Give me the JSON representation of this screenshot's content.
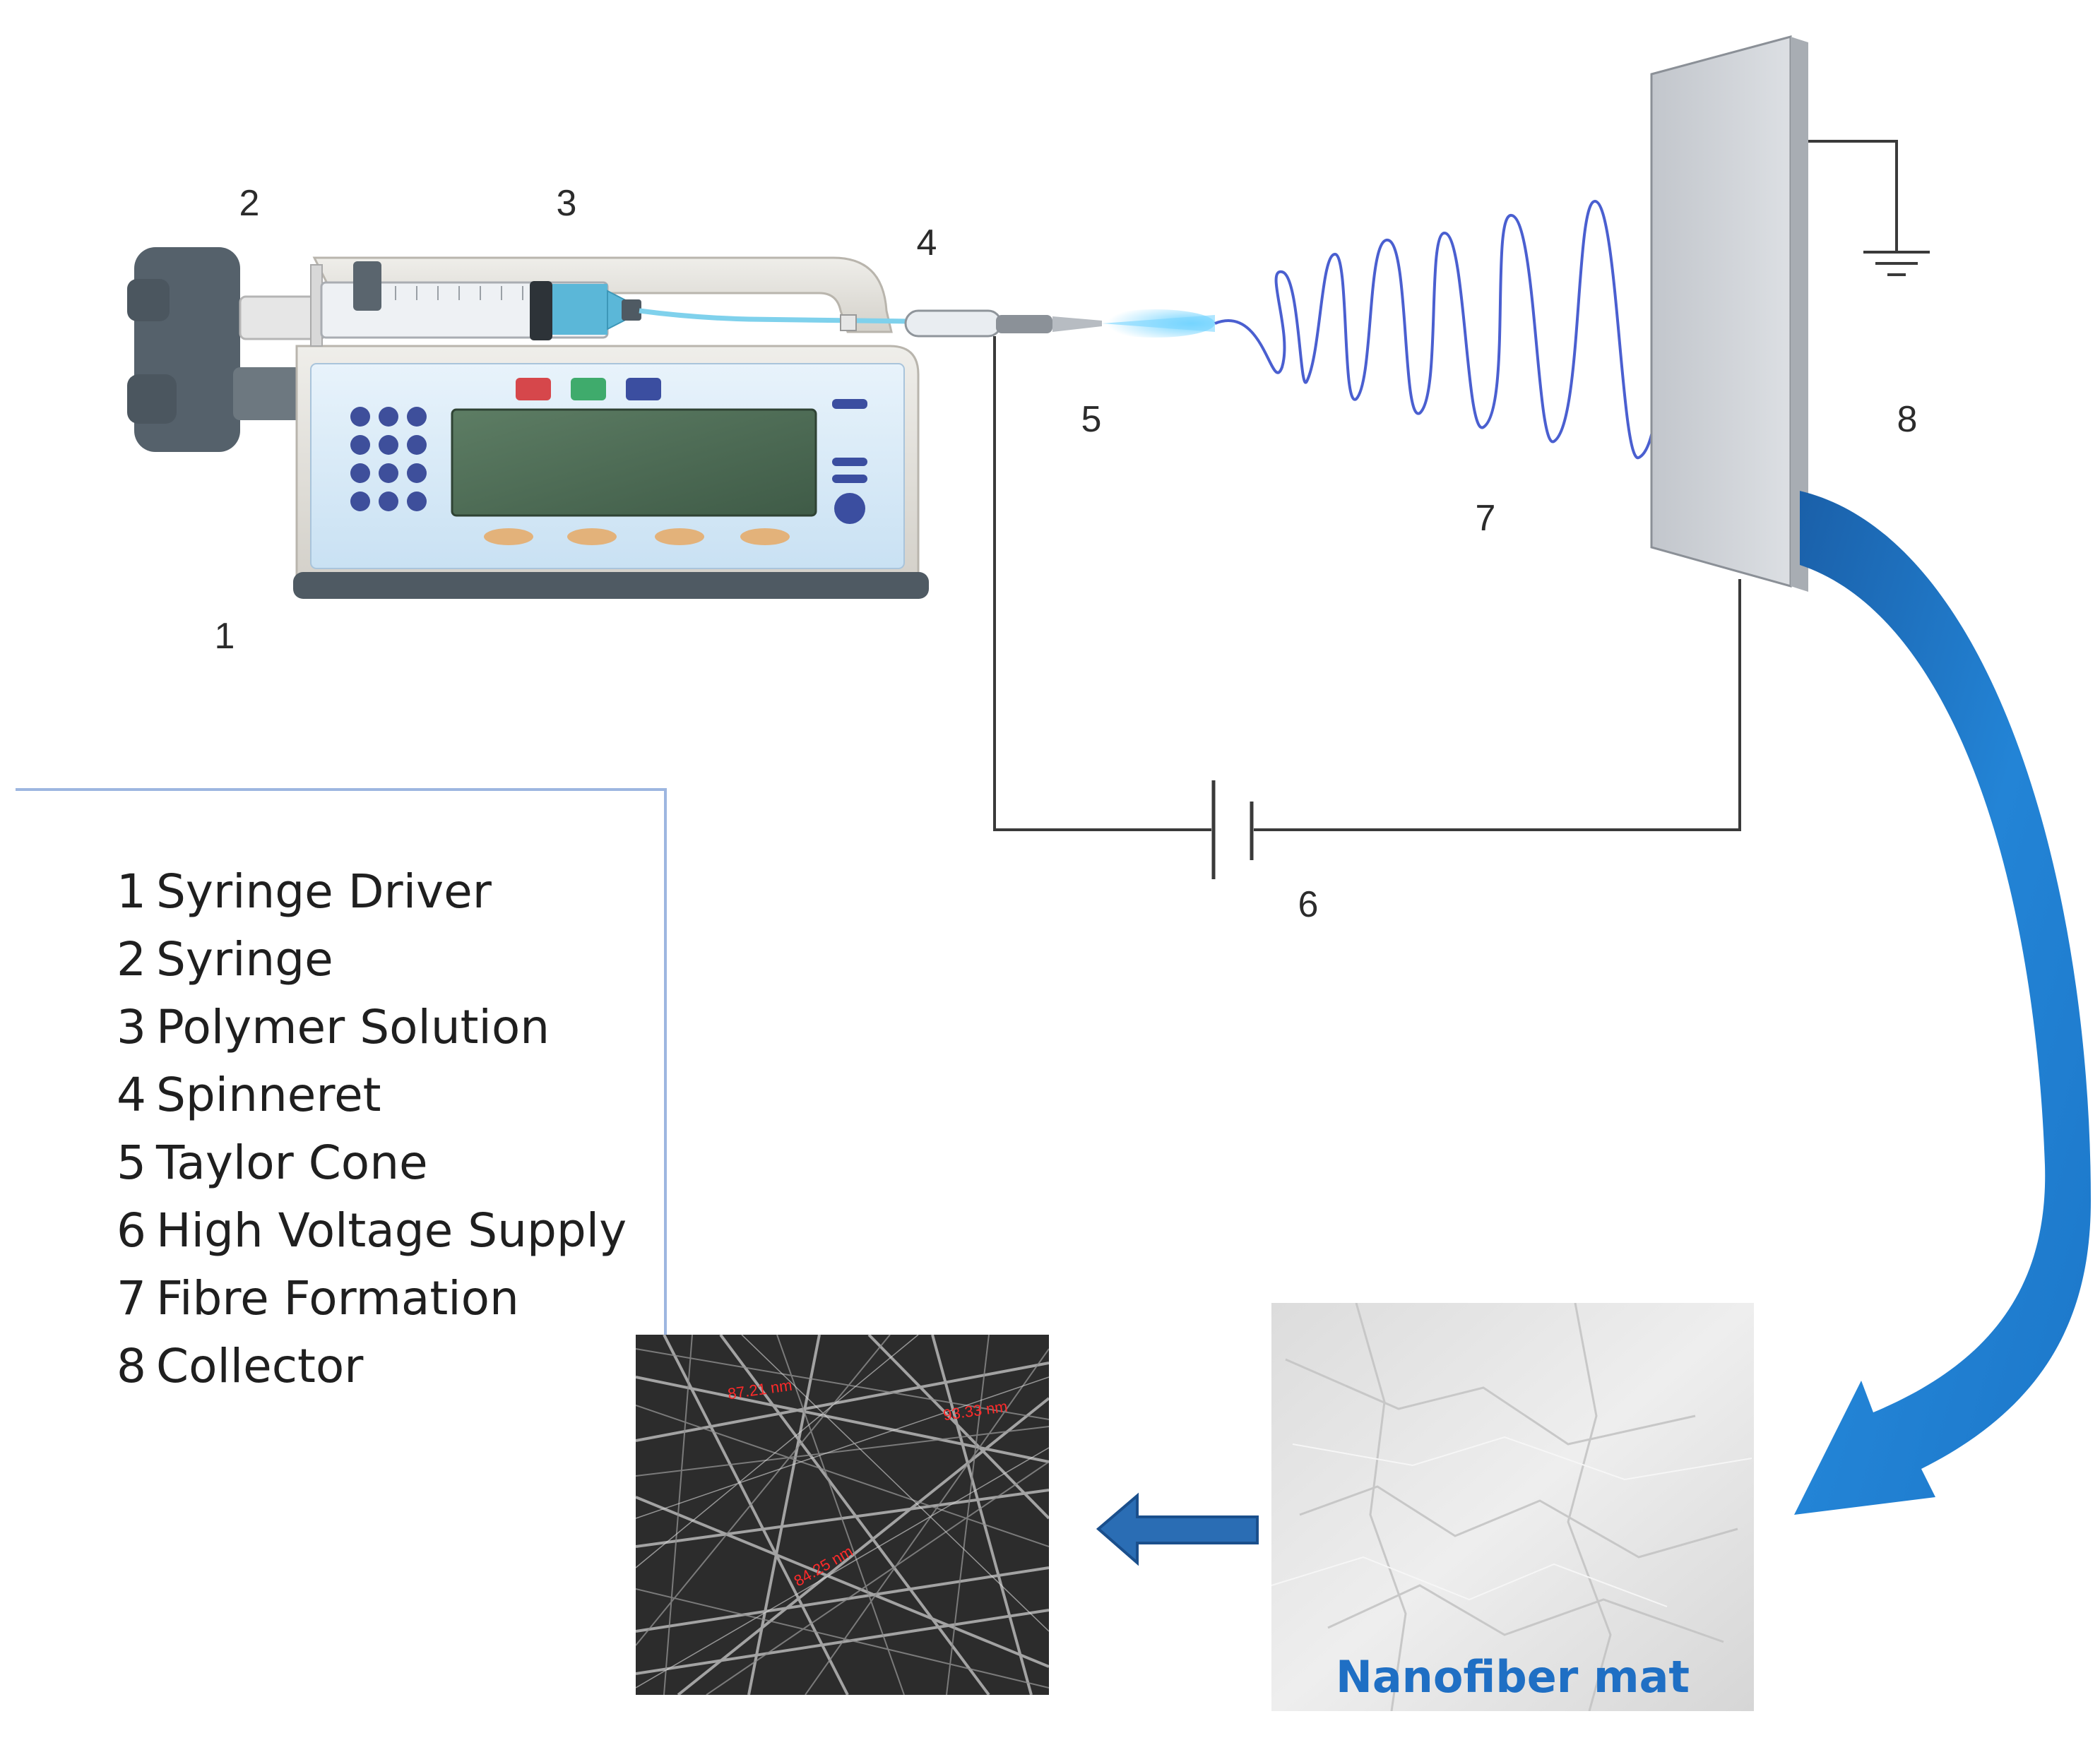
{
  "callouts": {
    "n1": "1",
    "n2": "2",
    "n3": "3",
    "n4": "4",
    "n5": "5",
    "n6": "6",
    "n7": "7",
    "n8": "8"
  },
  "legend": [
    {
      "num": "1",
      "label": "Syringe Driver"
    },
    {
      "num": "2",
      "label": "Syringe"
    },
    {
      "num": "3",
      "label": "Polymer Solution"
    },
    {
      "num": "4",
      "label": "Spinneret"
    },
    {
      "num": "5",
      "label": "Taylor Cone"
    },
    {
      "num": "6",
      "label": "High Voltage Supply"
    },
    {
      "num": "7",
      "label": "Fibre Formation"
    },
    {
      "num": "8",
      "label": "Collector"
    }
  ],
  "mat_label": "Nanofiber mat",
  "sem_labels": [
    "87.21 nm",
    "93.33 nm",
    "84.25 nm"
  ],
  "colors": {
    "fiber": "#4a5fd0",
    "arrow": "#1f78c8",
    "arrow_dark": "#1a4f8c",
    "pump_body": "#d6e8f6",
    "pump_frame": "#e3e1dc",
    "display": "#4f6e56",
    "legend_border": "#9db6e0",
    "wire": "#3a3a3a"
  },
  "icons": [
    "syringe-pump-icon",
    "syringe-icon",
    "needle-icon",
    "ground-icon",
    "battery-icon"
  ]
}
